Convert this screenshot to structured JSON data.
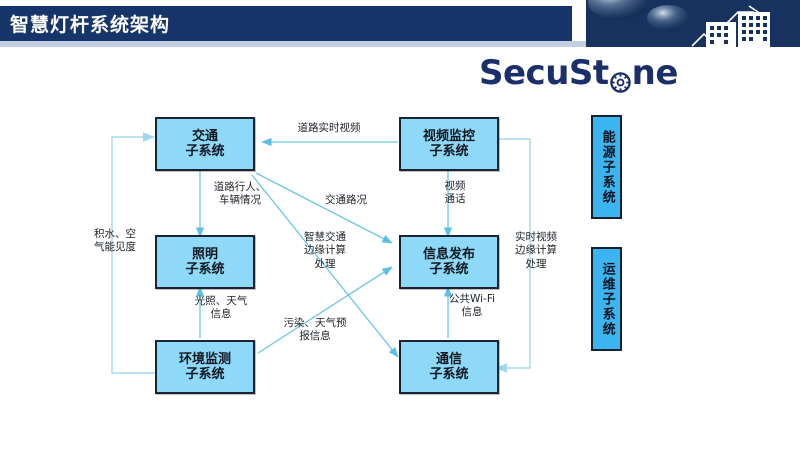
{
  "header": {
    "title": "智慧灯杆系统架构",
    "graphics": [
      "bubble-large",
      "bubble-small",
      "building-tall",
      "building-short",
      "growth-arrow"
    ]
  },
  "logo": {
    "text_before": "SecuSt",
    "gear_icon": "gear-o-icon",
    "text_after": "ne",
    "full_text": "SecuStone",
    "color": "#1b2f6b"
  },
  "diagram": {
    "colors": {
      "node_fill": "#8ed8f8",
      "node_border": "#1b2430",
      "side_node_fill": "#3cb4ef",
      "wire": "#6cc6e8",
      "wire_light": "#bfe3f2"
    },
    "nodes": [
      {
        "id": "traffic",
        "line1": "交通",
        "line2": "子系统"
      },
      {
        "id": "video",
        "line1": "视频监控",
        "line2": "子系统"
      },
      {
        "id": "lighting",
        "line1": "照明",
        "line2": "子系统"
      },
      {
        "id": "info",
        "line1": "信息发布",
        "line2": "子系统"
      },
      {
        "id": "env",
        "line1": "环境监测",
        "line2": "子系统"
      },
      {
        "id": "comm",
        "line1": "通信",
        "line2": "子系统"
      }
    ],
    "side_nodes": [
      {
        "id": "energy",
        "label": "能源子系统"
      },
      {
        "id": "ops",
        "label": "运维子系统"
      }
    ],
    "edge_labels": [
      {
        "id": "road-live-video",
        "text": "道路实时视频"
      },
      {
        "id": "road-people-veh",
        "text": "道路行人、\n车辆情况"
      },
      {
        "id": "traffic-status",
        "text": "交通路况"
      },
      {
        "id": "video-call",
        "text": "视频\n通话"
      },
      {
        "id": "water-air",
        "text": "积水、空\n气能见度"
      },
      {
        "id": "smart-traffic-edge",
        "text": "智慧交通\n边缘计算\n处理"
      },
      {
        "id": "realtime-video-edge",
        "text": "实时视频\n边缘计算\n处理"
      },
      {
        "id": "light-weather",
        "text": "光照、天气\n信息"
      },
      {
        "id": "public-wifi",
        "text": "公共Wi-Fi\n信息"
      },
      {
        "id": "pollution-weather",
        "text": "污染、天气预\n报信息"
      }
    ]
  }
}
